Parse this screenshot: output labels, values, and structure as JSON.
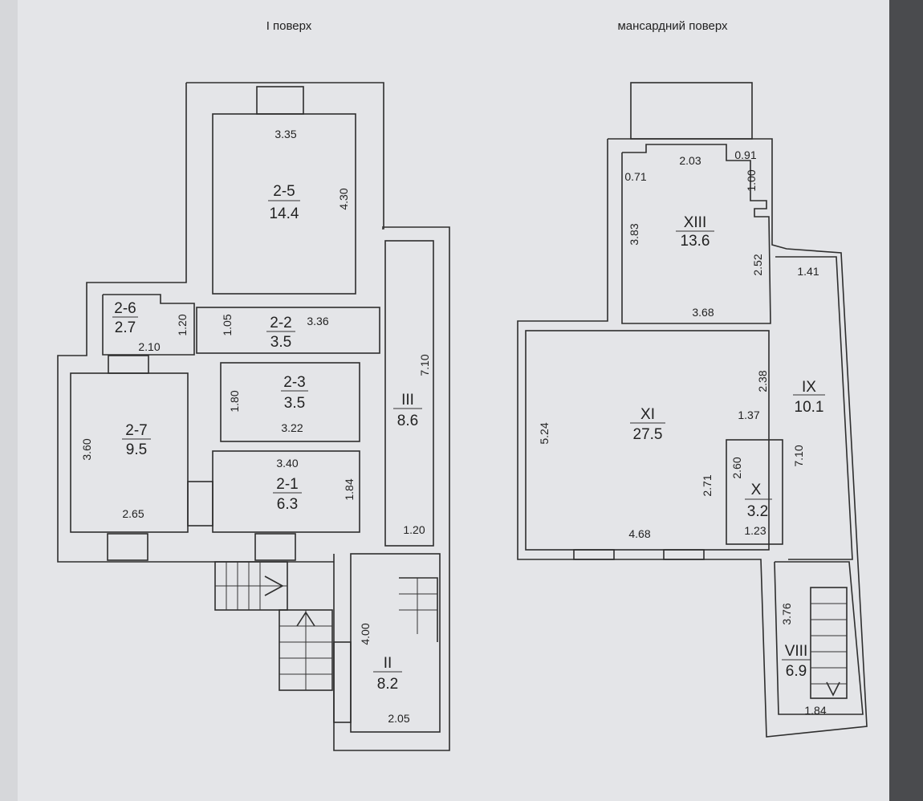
{
  "titles": {
    "ground": "І поверх",
    "attic": "мансардний поверх"
  },
  "rooms": [
    {
      "id": "2-5",
      "area": "14.4"
    },
    {
      "id": "2-6",
      "area": "2.7"
    },
    {
      "id": "2-2",
      "area": "3.5"
    },
    {
      "id": "2-3",
      "area": "3.5"
    },
    {
      "id": "2-7",
      "area": "9.5"
    },
    {
      "id": "2-1",
      "area": "6.3"
    },
    {
      "id": "III",
      "area": "8.6"
    },
    {
      "id": "II",
      "area": "8.2"
    },
    {
      "id": "XIII",
      "area": "13.6"
    },
    {
      "id": "XI",
      "area": "27.5"
    },
    {
      "id": "IX",
      "area": "10.1"
    },
    {
      "id": "X",
      "area": "3.2"
    },
    {
      "id": "VIII",
      "area": "6.9"
    }
  ],
  "dims": [
    "3.35",
    "4.30",
    "1.20",
    "1.05",
    "3.36",
    "2.10",
    "1.80",
    "3.22",
    "7.10",
    "3.60",
    "3.40",
    "1.84",
    "2.65",
    "1.20",
    "4.00",
    "2.05",
    "2.03",
    "0.91",
    "0.71",
    "1.00",
    "3.83",
    "2.52",
    "1.41",
    "3.68",
    "2.38",
    "1.37",
    "5.24",
    "2.71",
    "2.60",
    "7.10",
    "1.23",
    "4.68",
    "3.76",
    "1.84"
  ]
}
